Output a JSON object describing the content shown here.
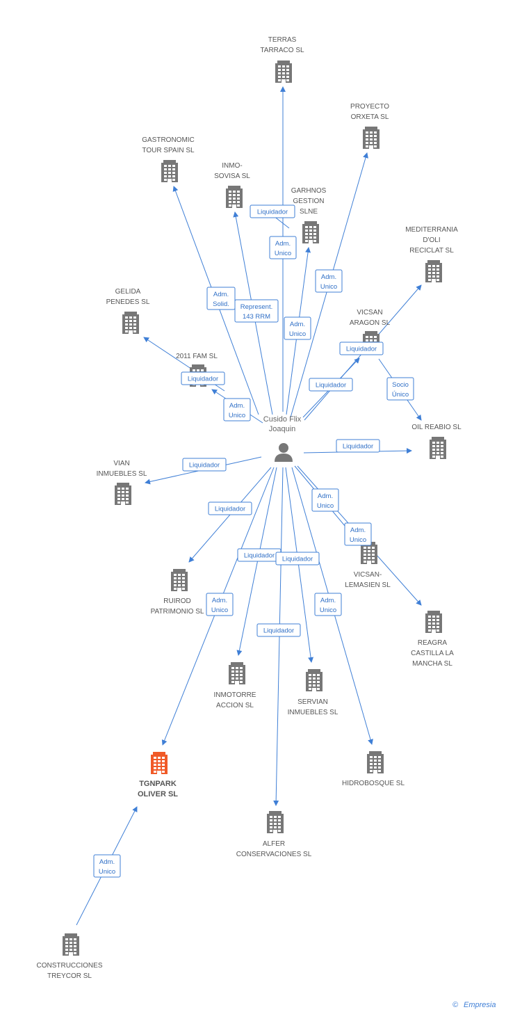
{
  "center": {
    "label_lines": [
      "Cusido Flix",
      "Joaquin"
    ]
  },
  "nodes": [
    {
      "id": "terras",
      "lines": [
        "TERRAS",
        "TARRACO SL"
      ],
      "main": false
    },
    {
      "id": "proyecto",
      "lines": [
        "PROYECTO",
        "ORXETA SL"
      ],
      "main": false
    },
    {
      "id": "gastronomic",
      "lines": [
        "GASTRONOMIC",
        "TOUR SPAIN SL"
      ],
      "main": false
    },
    {
      "id": "inmosovisa",
      "lines": [
        "INMO-",
        "SOVISA SL"
      ],
      "main": false
    },
    {
      "id": "garhnos",
      "lines": [
        "GARHNOS",
        "GESTION",
        "SLNE"
      ],
      "main": false
    },
    {
      "id": "mediterrania",
      "lines": [
        "MEDITERRANIA",
        "D'OLI",
        "RECICLAT SL"
      ],
      "main": false
    },
    {
      "id": "gelida",
      "lines": [
        "GELIDA",
        "PENEDES SL"
      ],
      "main": false
    },
    {
      "id": "vicsanaragon",
      "lines": [
        "VICSAN",
        "ARAGON SL"
      ],
      "main": false
    },
    {
      "id": "fam2011",
      "lines": [
        "2011 FAM SL"
      ],
      "main": false
    },
    {
      "id": "oilreabio",
      "lines": [
        "OIL REABIO SL"
      ],
      "main": false
    },
    {
      "id": "vian",
      "lines": [
        "VIAN",
        "INMUEBLES SL"
      ],
      "main": false
    },
    {
      "id": "vicsanlemasien",
      "lines": [
        "VICSAN-",
        "LEMASIEN SL"
      ],
      "main": false
    },
    {
      "id": "ruirod",
      "lines": [
        "RUIROD",
        "PATRIMONIO SL"
      ],
      "main": false
    },
    {
      "id": "reagra",
      "lines": [
        "REAGRA",
        "CASTILLA LA",
        "MANCHA SL"
      ],
      "main": false
    },
    {
      "id": "inmotorre",
      "lines": [
        "INMOTORRE",
        "ACCION SL"
      ],
      "main": false
    },
    {
      "id": "servian",
      "lines": [
        "SERVIAN",
        "INMUEBLES SL"
      ],
      "main": false
    },
    {
      "id": "tgnpark",
      "lines": [
        "TGNPARK",
        "OLIVER SL"
      ],
      "main": true
    },
    {
      "id": "hidrobosque",
      "lines": [
        "HIDROBOSQUE SL"
      ],
      "main": false
    },
    {
      "id": "alfer",
      "lines": [
        "ALFER",
        "CONSERVACIONES SL"
      ],
      "main": false
    },
    {
      "id": "construcciones",
      "lines": [
        "CONSTRUCCIONES",
        "TREYCOR SL"
      ],
      "main": false
    }
  ],
  "edges": [
    {
      "to": "terras",
      "label": [
        "Adm.",
        "Unico"
      ]
    },
    {
      "to": "proyecto",
      "label": [
        "Adm.",
        "Unico"
      ]
    },
    {
      "to": "gastronomic",
      "label": [
        "Adm.",
        "Solid."
      ]
    },
    {
      "to": "inmosovisa",
      "label": [
        "Represent.",
        "143 RRM"
      ]
    },
    {
      "to": "garhnos",
      "label": [
        "Adm.",
        "Unico"
      ]
    },
    {
      "to": "garhnos_liq",
      "label": [
        "Liquidador"
      ]
    },
    {
      "to": "mediterrania",
      "label": [
        "Liquidador"
      ]
    },
    {
      "to": "gelida",
      "label": [
        "Liquidador"
      ]
    },
    {
      "to": "vicsanaragon",
      "label": [
        "Liquidador"
      ]
    },
    {
      "to": "fam2011",
      "label": [
        "Adm.",
        "Unico"
      ]
    },
    {
      "to": "oilreabio",
      "label": [
        "Liquidador"
      ]
    },
    {
      "to": "oilreabio_socio",
      "label": [
        "Socio",
        "Único"
      ]
    },
    {
      "to": "vian",
      "label": [
        "Liquidador"
      ]
    },
    {
      "to": "vicsanlemasien",
      "label": [
        "Adm.",
        "Unico"
      ]
    },
    {
      "to": "reagra",
      "label": [
        "Adm.",
        "Unico"
      ]
    },
    {
      "to": "ruirod",
      "label": [
        "Liquidador"
      ]
    },
    {
      "to": "inmotorre",
      "label": [
        "Liquidador"
      ]
    },
    {
      "to": "servian",
      "label": [
        "Liquidador"
      ]
    },
    {
      "to": "tgnpark",
      "label": [
        "Adm.",
        "Unico"
      ]
    },
    {
      "to": "hidrobosque",
      "label": [
        "Adm.",
        "Unico"
      ]
    },
    {
      "to": "alfer",
      "label": [
        "Liquidador"
      ]
    },
    {
      "to": "construcciones_tgn",
      "label": [
        "Adm.",
        "Unico"
      ]
    }
  ],
  "colors": {
    "edge": "#3f7fd6",
    "building": "#777777",
    "main_building": "#f05a28",
    "person": "#777777"
  },
  "icons": {
    "company": "building-icon",
    "person": "person-icon"
  },
  "footer": {
    "copyright": "©",
    "brand": "Empresia"
  }
}
